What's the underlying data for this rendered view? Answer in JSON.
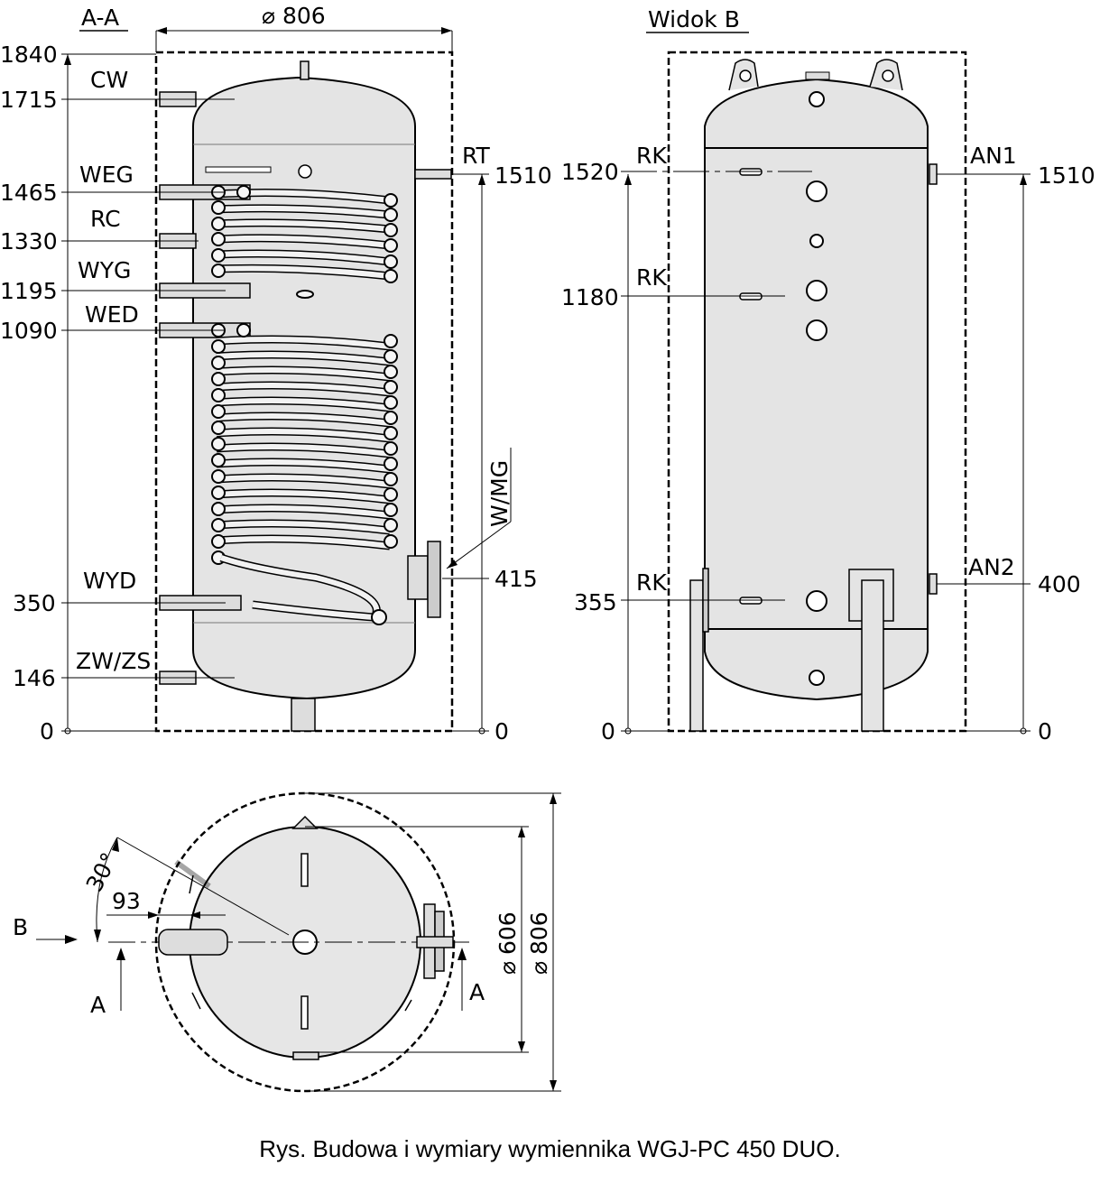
{
  "section_aa": {
    "title": "A-A",
    "diameter": "806",
    "left_dims": [
      "1840",
      "1715",
      "1465",
      "1330",
      "1195",
      "1090",
      "350",
      "146",
      "0"
    ],
    "left_labels": [
      "CW",
      "WEG",
      "RC",
      "WYG",
      "WED",
      "WYD",
      "ZW/ZS"
    ],
    "right_labels": [
      "RT",
      "W/MG"
    ],
    "right_dims": [
      "1510",
      "415",
      "0"
    ]
  },
  "view_b": {
    "title": "Widok B",
    "left_dims": [
      "1520",
      "1180",
      "355",
      "0"
    ],
    "left_labels": [
      "RK",
      "RK",
      "RK"
    ],
    "right_labels": [
      "AN1",
      "AN2"
    ],
    "right_dims": [
      "1510",
      "400",
      "0"
    ]
  },
  "top_view": {
    "angle": "30°",
    "offset": "93",
    "inner_diameter": "606",
    "outer_diameter": "806",
    "arrow_b": "B",
    "arrow_a_left": "A",
    "arrow_a_right": "A"
  },
  "caption": "Rys. Budowa i wymiary wymiennika WGJ-PC 450 DUO."
}
